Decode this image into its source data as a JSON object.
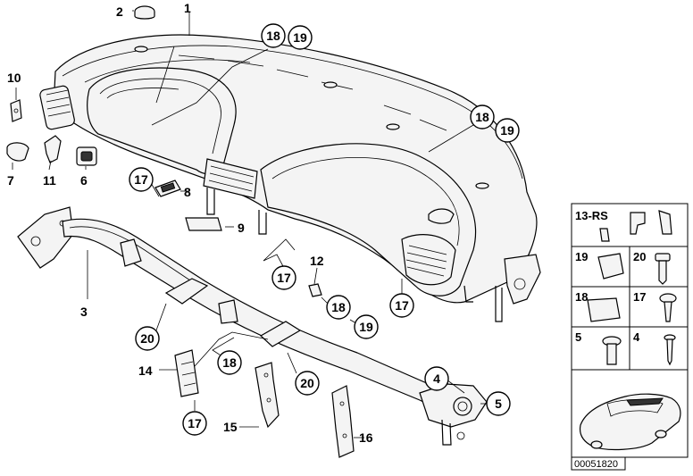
{
  "diagram": {
    "id_label": "00051820",
    "side_panel": {
      "header": "13-RS",
      "cells": [
        "19",
        "20",
        "18",
        "17",
        "5",
        "4"
      ]
    },
    "labels": {
      "l1": "1",
      "l2": "2",
      "l3": "3",
      "l4": "4",
      "l5": "5",
      "l6": "6",
      "l7": "7",
      "l8": "8",
      "l9": "9",
      "l10": "10",
      "l11": "11",
      "l12": "12",
      "l14": "14",
      "l15": "15",
      "l16": "16"
    },
    "circled": {
      "c18a": "18",
      "c19a": "19",
      "c18b": "18",
      "c19b": "19",
      "c17a": "17",
      "c17b": "17",
      "c17c": "17",
      "c18c": "18",
      "c19c": "19",
      "c20a": "20",
      "c18d": "18",
      "c20b": "20",
      "c17d": "17"
    }
  }
}
